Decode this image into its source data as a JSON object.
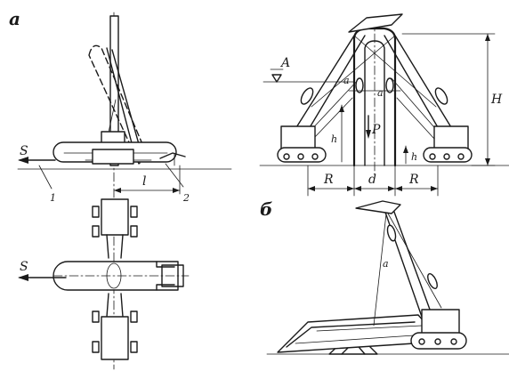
{
  "labels": {
    "part_a": "а",
    "part_b": "б",
    "force_s_top": "S",
    "force_s_bottom": "S",
    "callout_1": "1",
    "callout_2": "2",
    "dim_l": "l",
    "dim_r_left": "R",
    "dim_d": "d",
    "dim_r_right": "R",
    "dim_h": "H",
    "level_a": "A",
    "sm_a_left": "a",
    "sm_a_mid": "a",
    "load_p": "P",
    "sm_h_left": "h",
    "sm_h_right": "h",
    "angle_b": "а"
  },
  "colors": {
    "ink": "#1a1a1a",
    "paper": "#ffffff"
  }
}
